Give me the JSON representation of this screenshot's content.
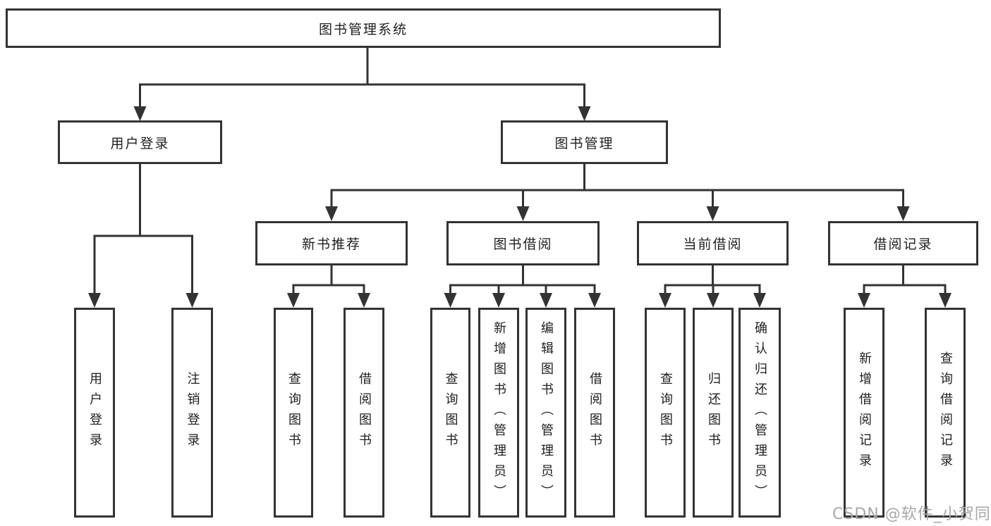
{
  "diagram": {
    "root": {
      "label": "图书管理系统"
    },
    "branches": [
      {
        "label": "用户登录",
        "children": [
          {
            "label": "用户登录"
          },
          {
            "label": "注销登录"
          }
        ]
      },
      {
        "label": "图书管理",
        "children": [
          {
            "label": "新书推荐",
            "children": [
              {
                "label": "查询图书"
              },
              {
                "label": "借阅图书"
              }
            ]
          },
          {
            "label": "图书借阅",
            "children": [
              {
                "label": "查询图书"
              },
              {
                "label": "新增图书（管理员）"
              },
              {
                "label": "编辑图书（管理员）"
              },
              {
                "label": "借阅图书"
              }
            ]
          },
          {
            "label": "当前借阅",
            "children": [
              {
                "label": "查询图书"
              },
              {
                "label": "归还图书"
              },
              {
                "label": "确认归还（管理员）"
              }
            ]
          },
          {
            "label": "借阅记录",
            "children": [
              {
                "label": "新增借阅记录"
              },
              {
                "label": "查询借阅记录"
              }
            ]
          }
        ]
      }
    ]
  },
  "watermark": {
    "text": "CSDN @软件_小贺同学"
  },
  "colors": {
    "line": "#333333",
    "text": "#1f1f1f",
    "watermark": "#a8a8a8",
    "background": "#ffffff"
  }
}
